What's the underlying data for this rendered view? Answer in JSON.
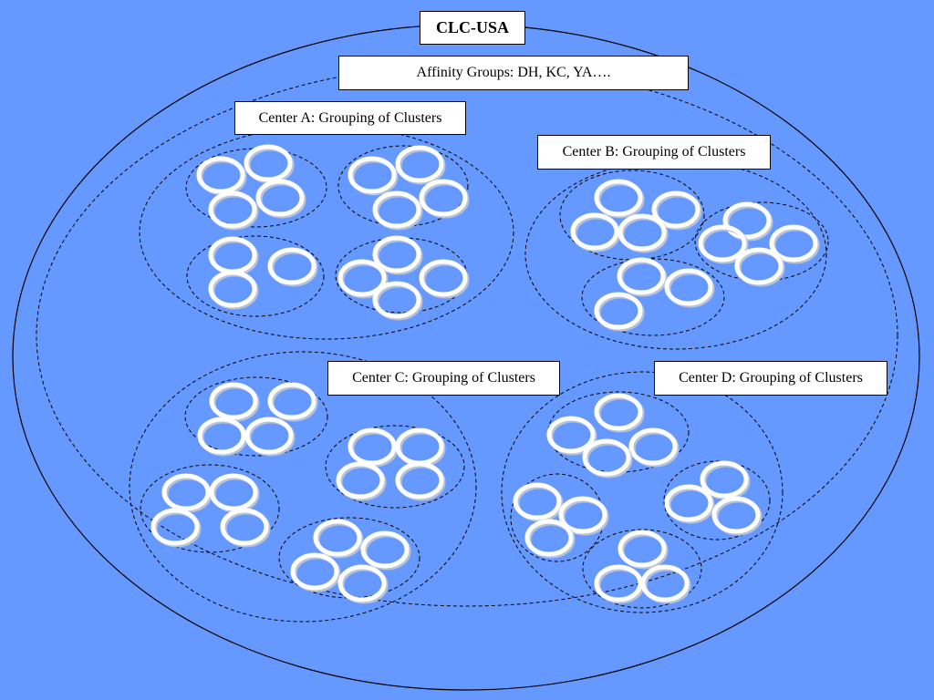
{
  "title": "CLC-USA",
  "affinity_label": "Affinity Groups: DH, KC, YA….",
  "centers": [
    {
      "label": "Center A: Grouping of Clusters"
    },
    {
      "label": "Center B: Grouping of Clusters"
    },
    {
      "label": "Center C: Grouping of Clusters"
    },
    {
      "label": "Center D: Grouping of Clusters"
    }
  ],
  "colors": {
    "background": "#6699ff",
    "ring": "#ffffff",
    "outline": "#000000"
  }
}
